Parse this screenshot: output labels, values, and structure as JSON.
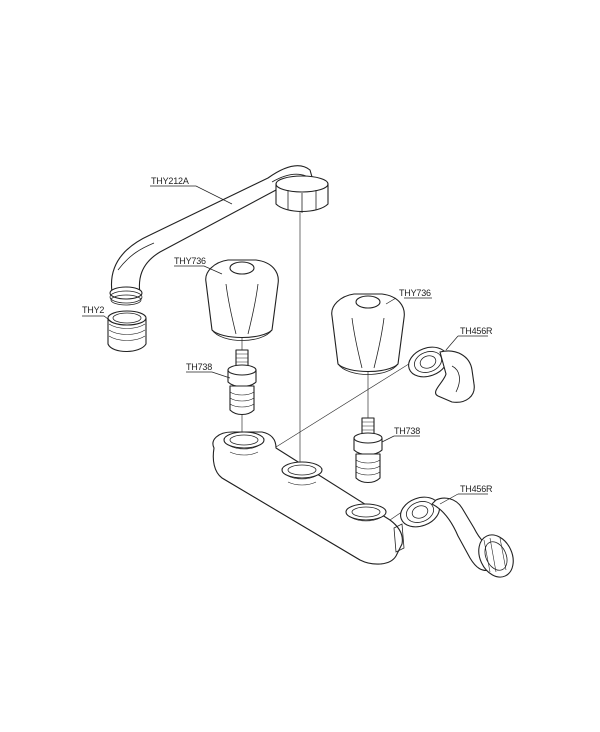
{
  "labels": {
    "spout": "THY212A",
    "aerator": "THY2",
    "handle_left": "THY736",
    "handle_right": "THY736",
    "cartridge_left": "TH738",
    "cartridge_right": "TH738",
    "elbow_upper": "TH456R",
    "elbow_lower": "TH456R"
  },
  "colors": {
    "line": "#222222",
    "background": "#ffffff"
  }
}
